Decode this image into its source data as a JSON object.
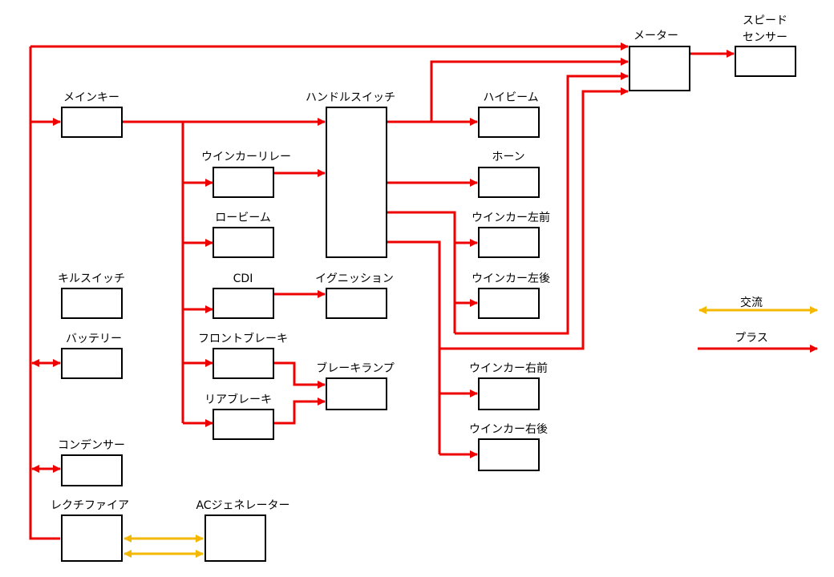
{
  "components": {
    "meter": "メーター",
    "speed_sensor_line1": "スピード",
    "speed_sensor_line2": "センサー",
    "main_key": "メインキー",
    "handle_switch": "ハンドルスイッチ",
    "high_beam": "ハイビーム",
    "winker_relay": "ウインカーリレー",
    "horn": "ホーン",
    "low_beam": "ロービーム",
    "winker_front_left": "ウインカー左前",
    "cdi": "CDI",
    "ignition": "イグニッション",
    "winker_rear_left": "ウインカー左後",
    "kill_switch": "キルスイッチ",
    "battery": "バッテリー",
    "front_brake": "フロントブレーキ",
    "brake_lamp": "ブレーキランプ",
    "winker_front_right": "ウインカー右前",
    "rear_brake": "リアブレーキ",
    "winker_rear_right": "ウインカー右後",
    "condenser": "コンデンサー",
    "rectifier": "レクチファイア",
    "ac_generator": "ACジェネレーター"
  },
  "legend": {
    "ac_label": "交流",
    "plus_label": "プラス"
  },
  "colors": {
    "plus": "#ee0000",
    "ac": "#f5b800",
    "box_stroke": "#000000"
  }
}
